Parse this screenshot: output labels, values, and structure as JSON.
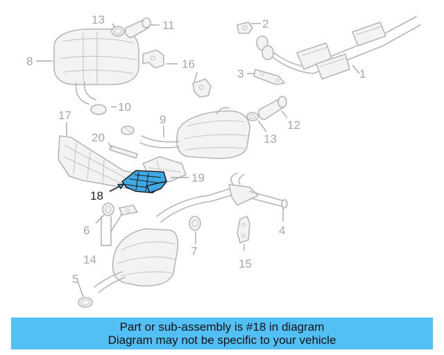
{
  "diagram": {
    "highlighted_part": "18",
    "callouts": [
      "1",
      "2",
      "3",
      "4",
      "5",
      "6",
      "7",
      "8",
      "9",
      "10",
      "11",
      "12",
      "13",
      "13",
      "14",
      "15",
      "16",
      "17",
      "18",
      "19",
      "20"
    ],
    "colors": {
      "highlight": "#3fa9e6",
      "banner": "#52bff5",
      "linework": "#b5b5b5"
    }
  },
  "banner": {
    "line1": "Part or sub-assembly is #18 in diagram",
    "line2": "Diagram may not be specific to your vehicle"
  }
}
